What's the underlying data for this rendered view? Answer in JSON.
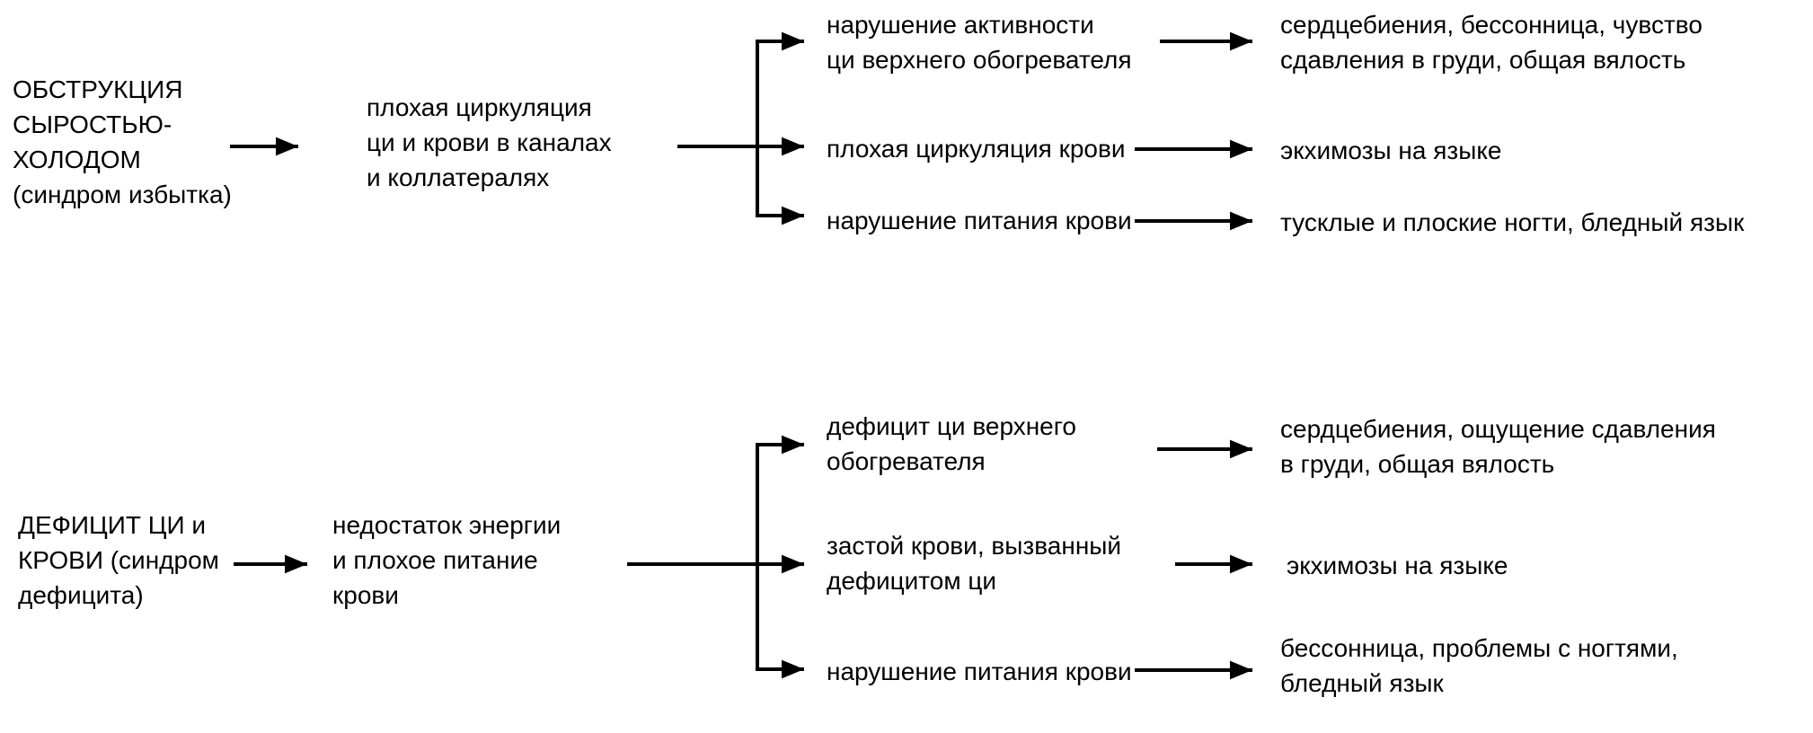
{
  "page": {
    "background": "#ffffff",
    "text_color": "#000000",
    "line_color": "#000000"
  },
  "flows": [
    {
      "cause": "ОБСТРУКЦИЯ\nСЫРОСТЬЮ-\nХОЛОДОМ\n(синдром избытка)",
      "mechanism": "плохая циркуляция\nци и крови в каналах\nи коллатералях",
      "branches": [
        {
          "label": "нарушение активности\nци верхнего обогревателя",
          "outcome": "сердцебиения, бессонница, чувство\nсдавления в груди, общая вялость"
        },
        {
          "label": "плохая циркуляция крови",
          "outcome": "экхимозы на языке"
        },
        {
          "label": "нарушение питания крови",
          "outcome": "тусклые и плоские ногти, бледный язык"
        }
      ]
    },
    {
      "cause": "ДЕФИЦИТ ЦИ и\nКРОВИ (синдром\nдефицита)",
      "mechanism": "недостаток энергии\nи плохое питание\nкрови",
      "branches": [
        {
          "label": "дефицит ци верхнего\nобогревателя",
          "outcome": "сердцебиения, ощущение сдавления\nв груди, общая вялость"
        },
        {
          "label": "застой крови, вызванный\nдефицитом ци",
          "outcome": "экхимозы на языке"
        },
        {
          "label": "нарушение питания крови",
          "outcome": "бессонница, проблемы с ногтями,\nбледный язык"
        }
      ]
    }
  ]
}
